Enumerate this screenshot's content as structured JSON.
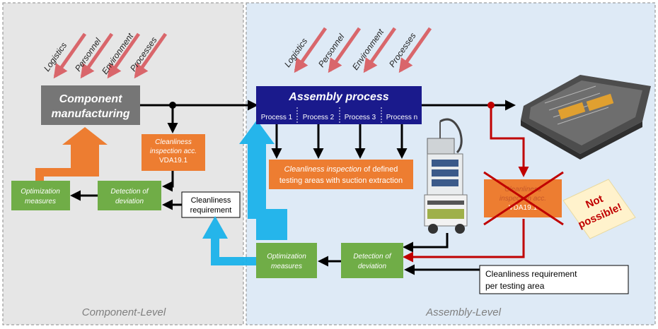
{
  "panels": {
    "left_label": "Component-Level",
    "right_label": "Assembly-Level"
  },
  "influences": [
    "Logistics",
    "Personnel",
    "Environment",
    "Processes"
  ],
  "component": {
    "manufacturing_line1": "Component",
    "manufacturing_line2": "manufacturing",
    "inspection_line1": "Cleanliness",
    "inspection_line2": "inspection acc.",
    "inspection_line3": "VDA19.1",
    "optimization_line1": "Optimization",
    "optimization_line2": "measures",
    "detection_line1": "Detection of",
    "detection_line2": "deviation",
    "requirement_line1": "Cleanliness",
    "requirement_line2": "requirement"
  },
  "assembly": {
    "process_title": "Assembly process",
    "steps": [
      "Process 1",
      "Process 2",
      "Process 3",
      "Process n"
    ],
    "inspection_part1": "Cleanliness inspection",
    "inspection_part2": " of defined",
    "inspection_line2": "testing areas with suction extraction",
    "vda_line1": "Cleanliness",
    "vda_line2": "inspection acc.",
    "vda_line3": "VDA19.1",
    "not_possible_line1": "Not",
    "not_possible_line2": "possible!",
    "optimization_line1": "Optimization",
    "optimization_line2": "measures",
    "detection_line1": "Detection of",
    "detection_line2": "deviation",
    "requirement_line1": "Cleanliness requirement",
    "requirement_line2": "per testing area"
  },
  "colors": {
    "left_panel_bg": "#e6e6e6",
    "right_panel_bg": "#deeaf6",
    "orange": "#ed7d31",
    "green": "#70ad47",
    "navy": "#1a1a8c",
    "gray_box": "#767676",
    "red_arrow": "#d9666b",
    "blue_arrow": "#1ab2ea",
    "dark_red": "#c00000",
    "note_yellow": "#fff2cc",
    "note_text": "#c00000"
  }
}
